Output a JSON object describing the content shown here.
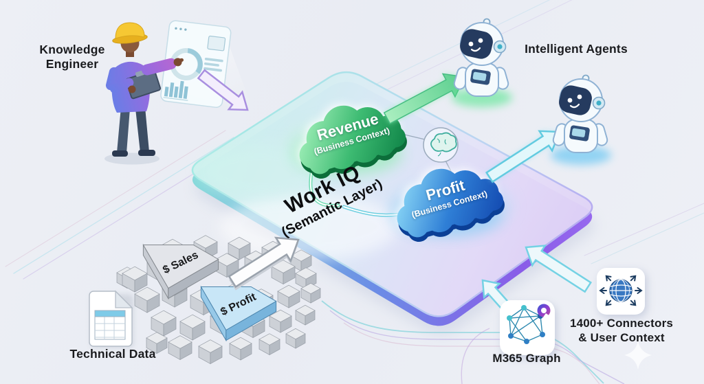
{
  "scene": {
    "knowledge_engineer_label": "Knowledge Engineer",
    "intelligent_agents_label": "Intelligent Agents",
    "technical_data_label": "Technical Data",
    "work_iq": {
      "title": "Work IQ",
      "subtitle": "(Semantic Layer)"
    },
    "revenue_cloud": {
      "title": "Revenue",
      "subtitle": "(Business Context)",
      "color": "#1d9e55"
    },
    "profit_cloud": {
      "title": "Profit",
      "subtitle": "(Business Context)",
      "color": "#1d5fc4"
    },
    "data_blocks": {
      "sales": "$ Sales",
      "profit": "$ Profit"
    },
    "m365_graph_label": "M365 Graph",
    "connectors_label_line1": "1400+ Connectors",
    "connectors_label_line2": "& User Context",
    "icons": {
      "engineer": "hard-hat-engineer-icon",
      "dashboard": "analytics-dashboard-icon",
      "agents": "robot-agent-icon",
      "brain": "brain-icon",
      "document": "spreadsheet-document-icon",
      "m365": "network-graph-icon",
      "connectors": "globe-expand-icon",
      "sparkle": "sparkle-icon"
    },
    "colors": {
      "revenue_green": "#1d9e55",
      "profit_blue": "#1d5fc4",
      "platform_teal": "#c9f2ec",
      "platform_purple": "#8a5ce8",
      "arrow_green": "#46bd82",
      "arrow_teal": "#62cbe0"
    }
  }
}
